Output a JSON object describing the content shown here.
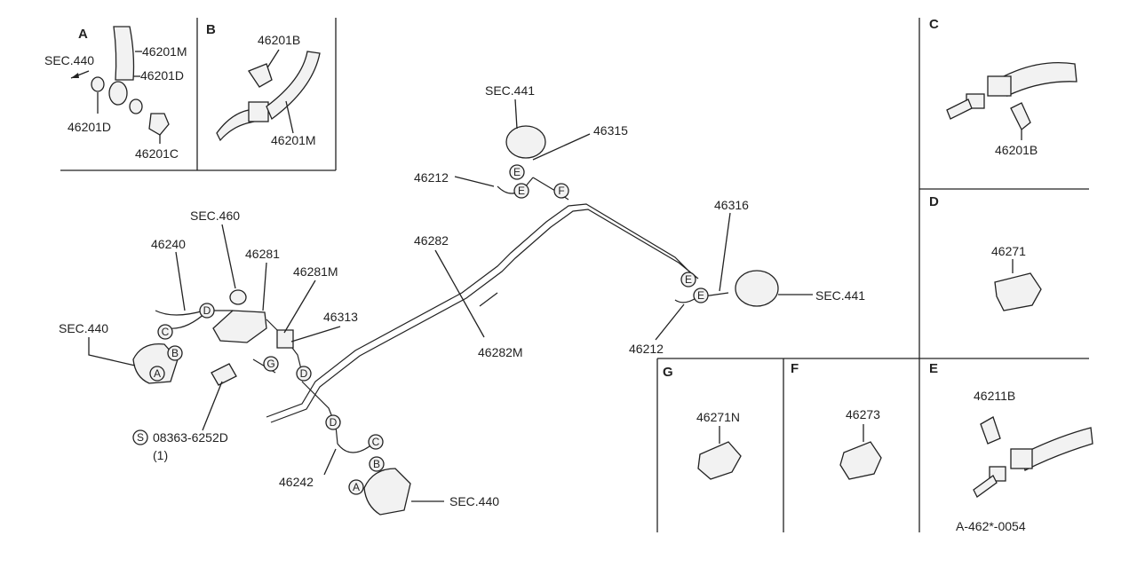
{
  "diagram": {
    "code": "A-462*-0054",
    "panels": {
      "A": {
        "letter": "A",
        "labels": [
          "SEC.440",
          "46201M",
          "46201D",
          "46201D",
          "46201C"
        ]
      },
      "B": {
        "letter": "B",
        "labels": [
          "46201B",
          "46201M"
        ]
      },
      "C": {
        "letter": "C",
        "labels": [
          "46201B"
        ]
      },
      "D": {
        "letter": "D",
        "labels": [
          "46271"
        ]
      },
      "E": {
        "letter": "E",
        "labels": [
          "46211B"
        ]
      },
      "F": {
        "letter": "F",
        "labels": [
          "46273"
        ]
      },
      "G": {
        "letter": "G",
        "labels": [
          "46271N"
        ]
      }
    },
    "main_labels": {
      "sec441_top": "SEC.441",
      "p46315": "46315",
      "p46212_top": "46212",
      "p46282": "46282",
      "p46282m": "46282M",
      "p46316": "46316",
      "sec441_right": "SEC.441",
      "p46212_right": "46212",
      "sec460": "SEC.460",
      "p46240": "46240",
      "p46281": "46281",
      "p46281m": "46281M",
      "p46313": "46313",
      "sec440_left": "SEC.440",
      "bolt": "08363-6252D",
      "bolt_qty": "(1)",
      "bolt_symbol": "S",
      "p46242": "46242",
      "sec440_bottom": "SEC.440"
    }
  }
}
